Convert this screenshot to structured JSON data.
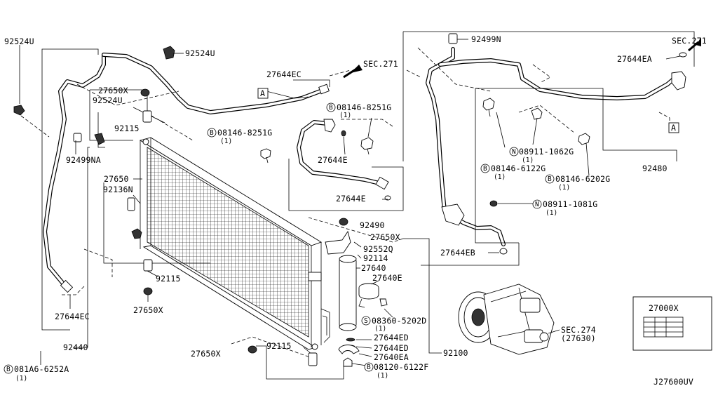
{
  "labels": {
    "l_92524U_a": "92524U",
    "l_92524U_b": "92524U",
    "l_92524U_c": "92524U",
    "l_27650X_a": "27650X",
    "l_27650X_b": "27650X",
    "l_27650X_c": "27650X",
    "l_27650X_d": "27650X",
    "l_92115_a": "92115",
    "l_92115_b": "92115",
    "l_92115_c": "92115",
    "l_92499NA": "92499NA",
    "l_27650": "27650",
    "l_92136N": "92136N",
    "l_27644EC_a": "27644EC",
    "l_27644EC_b": "27644EC",
    "l_92440": "92440",
    "l_081A6": "081A6-6252A",
    "l_081A6_q": "(1)",
    "l_08146_8251G_a": "08146-8251G",
    "l_08146_8251G_a_q": "(1)",
    "l_08146_8251G_b": "08146-8251G",
    "l_08146_8251G_b_q": "(1)",
    "l_27644E_a": "27644E",
    "l_27644E_b": "27644E",
    "l_92490": "92490",
    "l_92552Q": "92552Q",
    "l_92114": "92114",
    "l_27640": "27640",
    "l_27640E": "27640E",
    "l_08360": "08360-5202D",
    "l_08360_q": "(1)",
    "l_27644ED_a": "27644ED",
    "l_27644ED_b": "27644ED",
    "l_27640EA": "27640EA",
    "l_08120": "08120-6122F",
    "l_08120_q": "(1)",
    "l_92100": "92100",
    "l_sec271_a": "SEC.271",
    "l_sec271_b": "SEC.271",
    "l_92499N": "92499N",
    "l_27644EA": "27644EA",
    "l_08911_1062G": "08911-1062G",
    "l_08911_1062G_q": "(1)",
    "l_08146_6122G": "08146-6122G",
    "l_08146_6122G_q": "(1)",
    "l_08146_6202G": "08146-6202G",
    "l_08146_6202G_q": "(1)",
    "l_92480": "92480",
    "l_08911_1081G": "08911-1081G",
    "l_08911_1081G_q": "(1)",
    "l_27644EB": "27644EB",
    "l_sec274": "SEC.274",
    "l_sec274_sub": "(27630)",
    "l_27000X": "27000X",
    "l_ref_a1": "A",
    "l_ref_a2": "A",
    "l_diagram_code": "J27600UV"
  },
  "callout_letters": {
    "bolt_B": "B",
    "nut_N": "N",
    "screw_S": "S"
  }
}
